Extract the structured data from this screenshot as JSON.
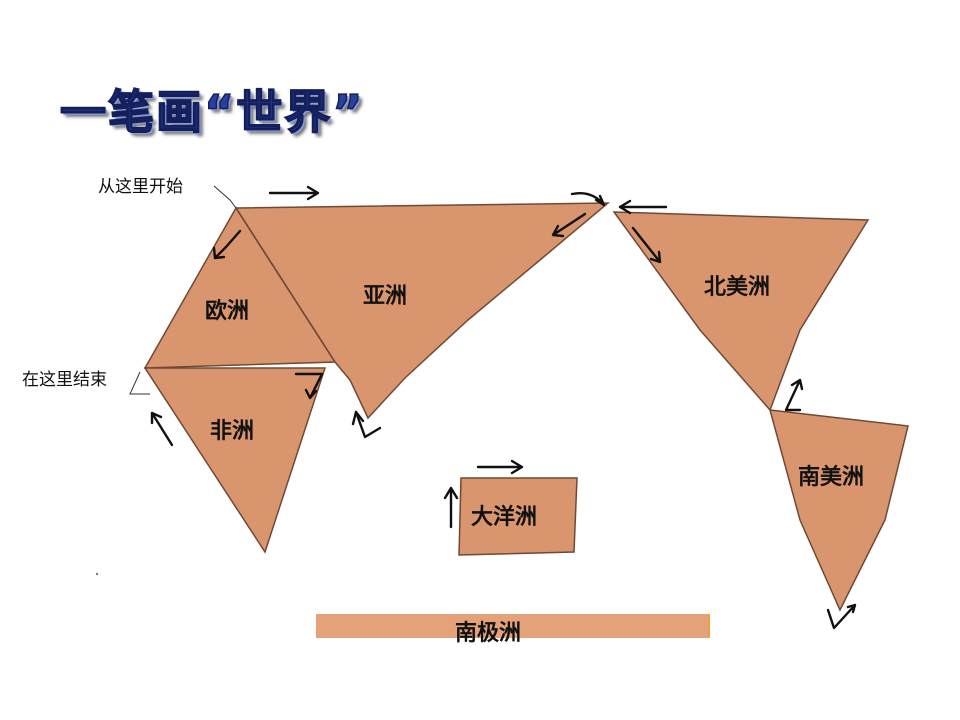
{
  "title": "一笔画“世界”",
  "start_note": "从这里开始",
  "end_note": "在这里结束",
  "continents": {
    "europe": "欧洲",
    "asia": "亚洲",
    "north_america": "北美洲",
    "africa": "非洲",
    "oceania": "大洋洲",
    "south_america": "南美洲",
    "antarctica": "南极洲"
  },
  "colors": {
    "fill": "#d9966e",
    "title": "#2b3f9c"
  }
}
